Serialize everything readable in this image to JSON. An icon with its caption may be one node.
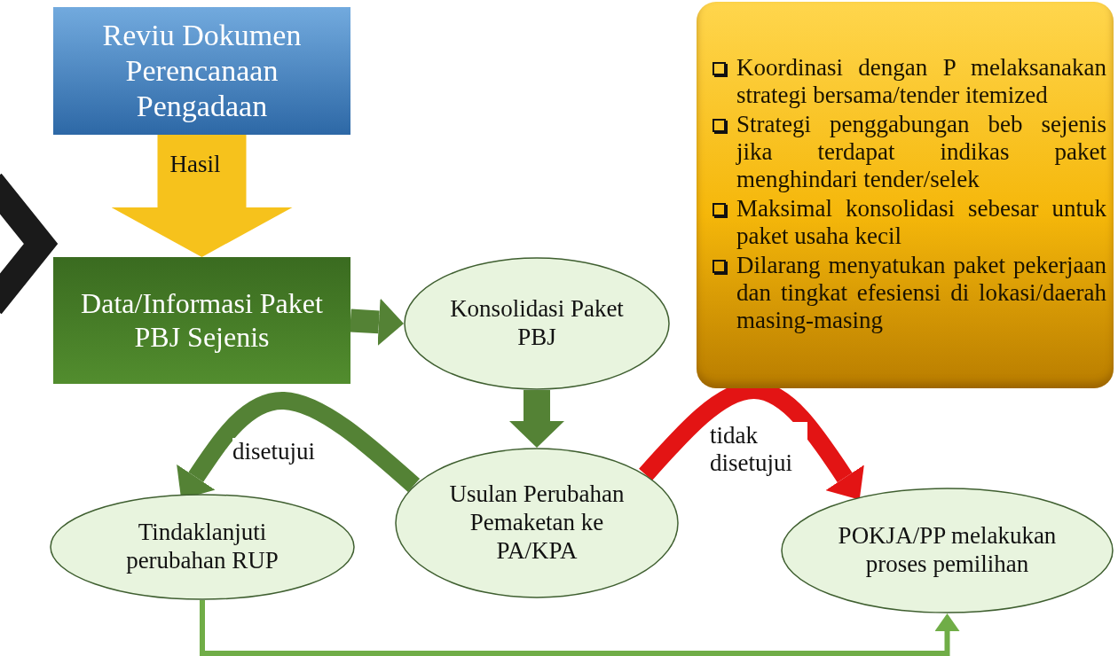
{
  "diagram": {
    "nodes": [
      {
        "text": [
          "Reviu Dokumen Perencanaan Pengadaan"
        ]
      },
      {
        "text": [
          "Data/Informasi Paket PBJ Sejenis"
        ]
      },
      {
        "text": [
          "Konsolidasi Paket PBJ"
        ]
      },
      {
        "text": [
          "Koordinasi dengan P melaksanakan strategi bersama/tender itemized",
          "Strategi penggabungan beb sejenis jika terdapat indikas paket menghindari tender/selek",
          "Maksimal konsolidasi sebesar untuk paket usaha kecil",
          "Dilarang menyatukan paket pekerjaan dan tingkat efesiensi di lokasi/daerah masing-masing"
        ]
      },
      {
        "text": [
          "Usulan Perubahan Pemaketan ke PA/KPA"
        ]
      },
      {
        "text": [
          "Tindaklanjuti perubahan RUP"
        ]
      },
      {
        "text": [
          "POKJA/PP melakukan proses pemilihan"
        ]
      }
    ],
    "edges": [
      {
        "from": 0,
        "to": 1,
        "arrow": "to",
        "label": "Hasil",
        "style": "thick",
        "color": "#f6c21c"
      },
      {
        "from": 1,
        "to": 2,
        "arrow": "to"
      },
      {
        "from": 2,
        "to": 4,
        "arrow": "to"
      },
      {
        "from": 4,
        "to": 5,
        "arrow": "to",
        "label": "disetujui"
      },
      {
        "from": 4,
        "to": 6,
        "arrow": "to",
        "label": "tidak disetujui",
        "color": "#e31414"
      },
      {
        "from": 5,
        "to": 6,
        "arrow": "to",
        "color": "#70ad47"
      }
    ]
  }
}
